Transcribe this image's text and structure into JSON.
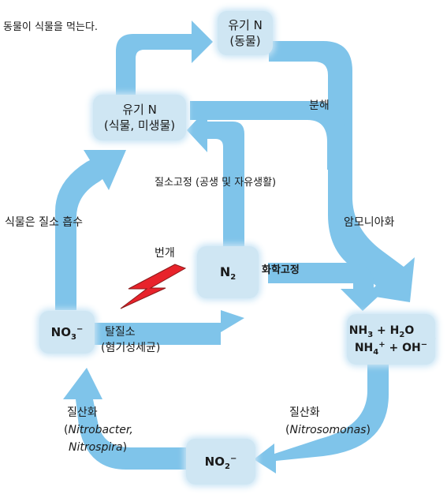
{
  "diagram": {
    "colors": {
      "arrow": "#7fc4ea",
      "node_fill": "#cfe6f3",
      "lightning": "#e8232b",
      "arrow_head_small": "#3a3a3a"
    },
    "nodes": {
      "animal_organic_n": {
        "title": "유기 N",
        "sub": "(동물)"
      },
      "plant_organic_n": {
        "title": "유기 N",
        "sub": "(식물, 미생물)"
      },
      "n2": {
        "symbol": "N",
        "subscript": "2"
      },
      "no3": {
        "symbol": "NO",
        "subscript": "3",
        "superscript": "−"
      },
      "nh3": {
        "line1": {
          "a": "NH",
          "a_sub": "3",
          "b": " + H",
          "b_sub": "2",
          "c": "O"
        },
        "line2": {
          "a": "NH",
          "a_sub": "4",
          "a_sup": "+",
          "b": " + OH",
          "b_sup": "−"
        }
      },
      "no2": {
        "symbol": "NO",
        "subscript": "2",
        "superscript": "−"
      }
    },
    "labels": {
      "eat": "동물이 식물을 먹는다.",
      "decompose": "분해",
      "fixation": "질소고정 (공생 및 자유생활)",
      "ammonification": "암모니아화",
      "absorb": "식물은 질소 흡수",
      "lightning": "번개",
      "chemical_fixation": "화학고정",
      "denitrification": "탈질소",
      "denitrification_sub": "(혐기성세균)",
      "nitrification_left": "질산화",
      "nitrobacter": "Nitrobacter,",
      "nitrospira": "Nitrospira",
      "paren_open": "(",
      "paren_close": ")",
      "nitrification_right": "질산화",
      "nitrosomonas": "Nitrosomonas"
    }
  }
}
